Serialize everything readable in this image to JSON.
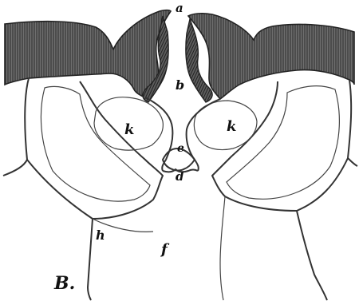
{
  "figure": {
    "plate_label": "B.",
    "labels": {
      "a": "a",
      "b": "b",
      "k_left": "k",
      "k_right": "k",
      "e": "e",
      "d": "d",
      "h": "h",
      "f": "f"
    }
  }
}
